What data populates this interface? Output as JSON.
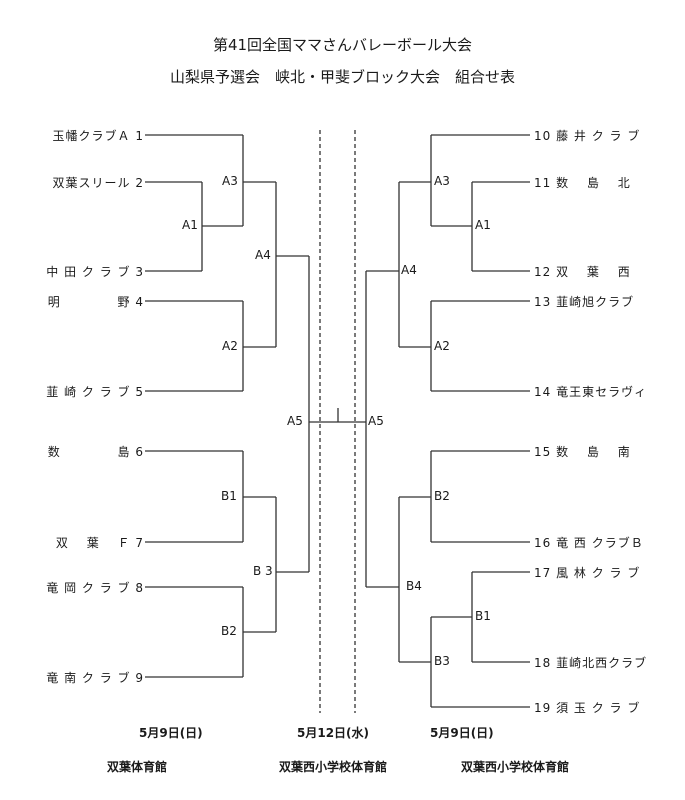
{
  "header": {
    "title_line1": "第41回全国ママさんバレーボール大会",
    "title_line2": "山梨県予選会　峡北・甲斐ブロック大会　組合せ表"
  },
  "left_teams": [
    {
      "seed": "1",
      "name": "玉幡クラブＡ"
    },
    {
      "seed": "2",
      "name": "双葉スリール"
    },
    {
      "seed": "3",
      "name": "中 田 ク ラ ブ"
    },
    {
      "seed": "4",
      "name": "明　　　　 野"
    },
    {
      "seed": "5",
      "name": "韮 崎 ク ラ ブ"
    },
    {
      "seed": "6",
      "name": "数　　　　 島"
    },
    {
      "seed": "7",
      "name": "双　 葉　 Ｆ"
    },
    {
      "seed": "8",
      "name": "竜 岡 ク ラ ブ"
    },
    {
      "seed": "9",
      "name": "竜 南 ク ラ ブ"
    }
  ],
  "right_teams": [
    {
      "seed": "10",
      "name": "藤 井 ク ラ ブ"
    },
    {
      "seed": "11",
      "name": "数　 島　 北"
    },
    {
      "seed": "12",
      "name": "双　 葉　 西"
    },
    {
      "seed": "13",
      "name": "韮崎旭クラブ"
    },
    {
      "seed": "14",
      "name": "竜王東セラヴィ"
    },
    {
      "seed": "15",
      "name": "数　 島　 南"
    },
    {
      "seed": "16",
      "name": "竜 西 クラブＢ"
    },
    {
      "seed": "17",
      "name": "風 林 ク ラ ブ"
    },
    {
      "seed": "18",
      "name": "韮崎北西クラブ"
    },
    {
      "seed": "19",
      "name": "須 玉 ク ラ ブ"
    }
  ],
  "left_matches": {
    "A1": "A1",
    "A2": "A2",
    "A3": "A3",
    "A4": "A4",
    "A5": "A5",
    "B1": "B1",
    "B2": "B2",
    "B3": "B 3"
  },
  "right_matches": {
    "A1": "A1",
    "A2": "A2",
    "A3": "A3",
    "A4": "A4",
    "A5": "A5",
    "B1": "B1",
    "B2": "B2",
    "B3": "B3",
    "B4": "B4"
  },
  "footer": {
    "left_date": "5月9日(日)",
    "center_date": "5月12日(水)",
    "right_date": "5月9日(日)",
    "left_venue": "双葉体育館",
    "center_venue": "双葉西小学校体育館",
    "right_venue": "双葉西小学校体育館"
  },
  "colors": {
    "line": "#333333",
    "text": "#1a1a1a"
  }
}
